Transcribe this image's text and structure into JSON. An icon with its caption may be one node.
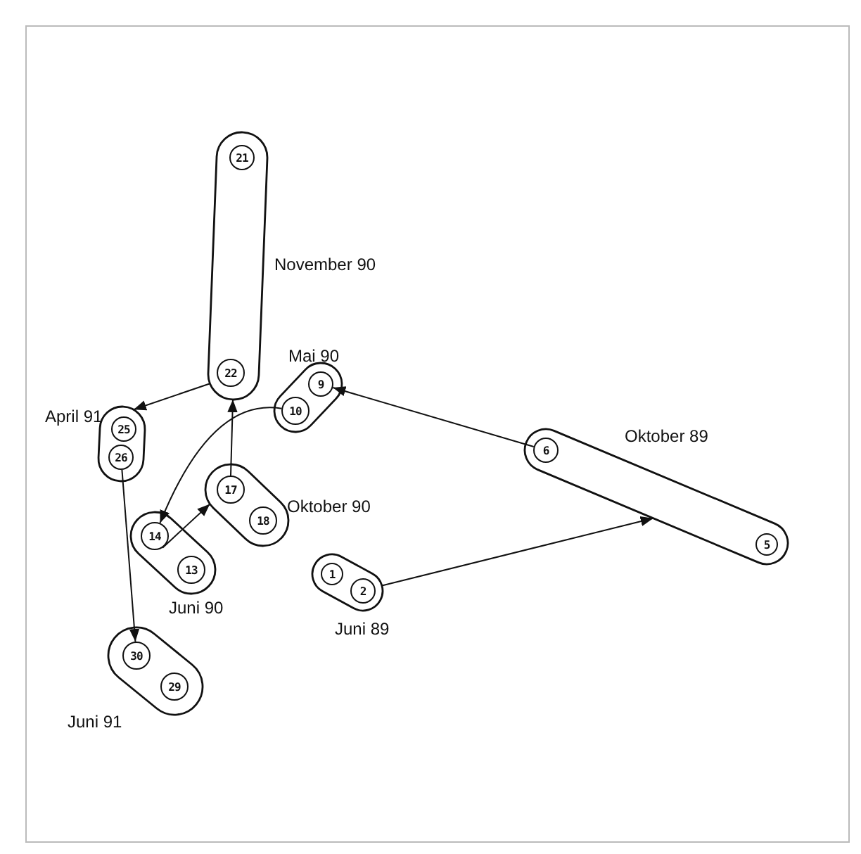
{
  "diagram": {
    "nodes": [
      {
        "text": [
          "November 90"
        ]
      },
      {
        "text": [
          "21"
        ],
        "in": 0
      },
      {
        "text": [
          "22"
        ],
        "in": 0
      },
      {
        "text": [
          "April 91"
        ]
      },
      {
        "text": [
          "25"
        ],
        "in": 3
      },
      {
        "text": [
          "26"
        ],
        "in": 3
      },
      {
        "text": [
          "Mai 90"
        ]
      },
      {
        "text": [
          "9"
        ],
        "in": 6
      },
      {
        "text": [
          "10"
        ],
        "in": 6
      },
      {
        "text": [
          "Oktober 89"
        ]
      },
      {
        "text": [
          "6"
        ],
        "in": 9
      },
      {
        "text": [
          "5"
        ],
        "in": 9
      },
      {
        "text": [
          "Oktober 90"
        ]
      },
      {
        "text": [
          "17"
        ],
        "in": 12
      },
      {
        "text": [
          "18"
        ],
        "in": 12
      },
      {
        "text": [
          "Juni 90"
        ]
      },
      {
        "text": [
          "14"
        ],
        "in": 15
      },
      {
        "text": [
          "13"
        ],
        "in": 15
      },
      {
        "text": [
          "Juni 89"
        ]
      },
      {
        "text": [
          "1"
        ],
        "in": 18
      },
      {
        "text": [
          "2"
        ],
        "in": 18
      },
      {
        "text": [
          "Juni 91"
        ]
      },
      {
        "text": [
          "30"
        ],
        "in": 21
      },
      {
        "text": [
          "29"
        ],
        "in": 21
      }
    ],
    "edges": [
      {
        "from": 18,
        "to": 9,
        "arrow": "to"
      },
      {
        "from": 10,
        "to": 7,
        "arrow": "to"
      },
      {
        "from": 8,
        "to": 16,
        "arrow": "to"
      },
      {
        "from": 16,
        "to": 12,
        "arrow": "to"
      },
      {
        "from": 13,
        "to": 0,
        "arrow": "to"
      },
      {
        "from": 0,
        "to": 3,
        "arrow": "to"
      },
      {
        "from": 5,
        "to": 22,
        "arrow": "to"
      }
    ]
  }
}
